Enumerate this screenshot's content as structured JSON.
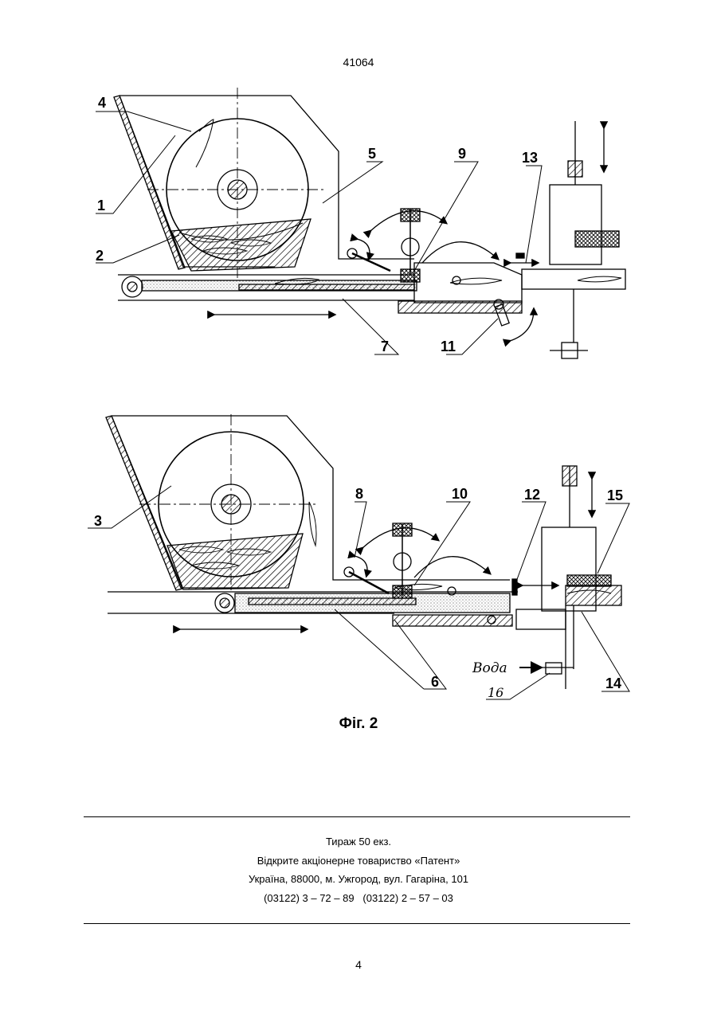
{
  "header": {
    "patent_number": "41064"
  },
  "figure": {
    "caption": "Фіг. 2",
    "labels_top": [
      "4",
      "1",
      "2",
      "5",
      "9",
      "13",
      "7",
      "11"
    ],
    "labels_bottom": [
      "3",
      "8",
      "10",
      "12",
      "15",
      "6",
      "14",
      "16"
    ],
    "water_label": "Вода"
  },
  "imprint": {
    "lines": [
      "Тираж 50 екз.",
      "Відкрите акціонерне товариство «Патент»",
      "Україна, 88000, м. Ужгород, вул. Гагаріна, 101",
      "(03122) 3 – 72 – 89   (03122) 2 – 57 – 03"
    ]
  },
  "footer": {
    "page_number": "4"
  }
}
